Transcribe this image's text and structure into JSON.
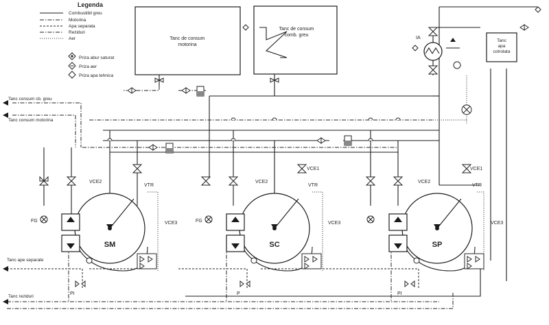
{
  "legend": {
    "title": "Legenda",
    "lines": [
      "Combustibil greu",
      "Motorina",
      "Apa separata",
      "Reziduri",
      "Aer"
    ],
    "symbols": [
      "Priza abur saturat",
      "Priza aer",
      "Priza apa tehnica"
    ]
  },
  "tanks": {
    "motorina": [
      "Tanc de consum",
      "motorina"
    ],
    "greu": [
      "Tanc de consum",
      "comb. greu"
    ],
    "apa": [
      "Tanc",
      "apa",
      "cotrolata"
    ]
  },
  "outlets": {
    "cb_greu": "Tanc consum cb. greu",
    "motorina": "Tanc consum motorina",
    "apa_separata": "Tanc ape separate",
    "reziduri": "Tanc reziduri"
  },
  "units": {
    "sm": "SM",
    "sc": "SC",
    "sp": "SP"
  },
  "tags": {
    "vce1": "VCE1",
    "vce2": "VCE2",
    "vce3": "VCE3",
    "vtr": "VTR",
    "fg": "FG",
    "ia": "IA",
    "pi": "PI",
    "p": "P"
  }
}
